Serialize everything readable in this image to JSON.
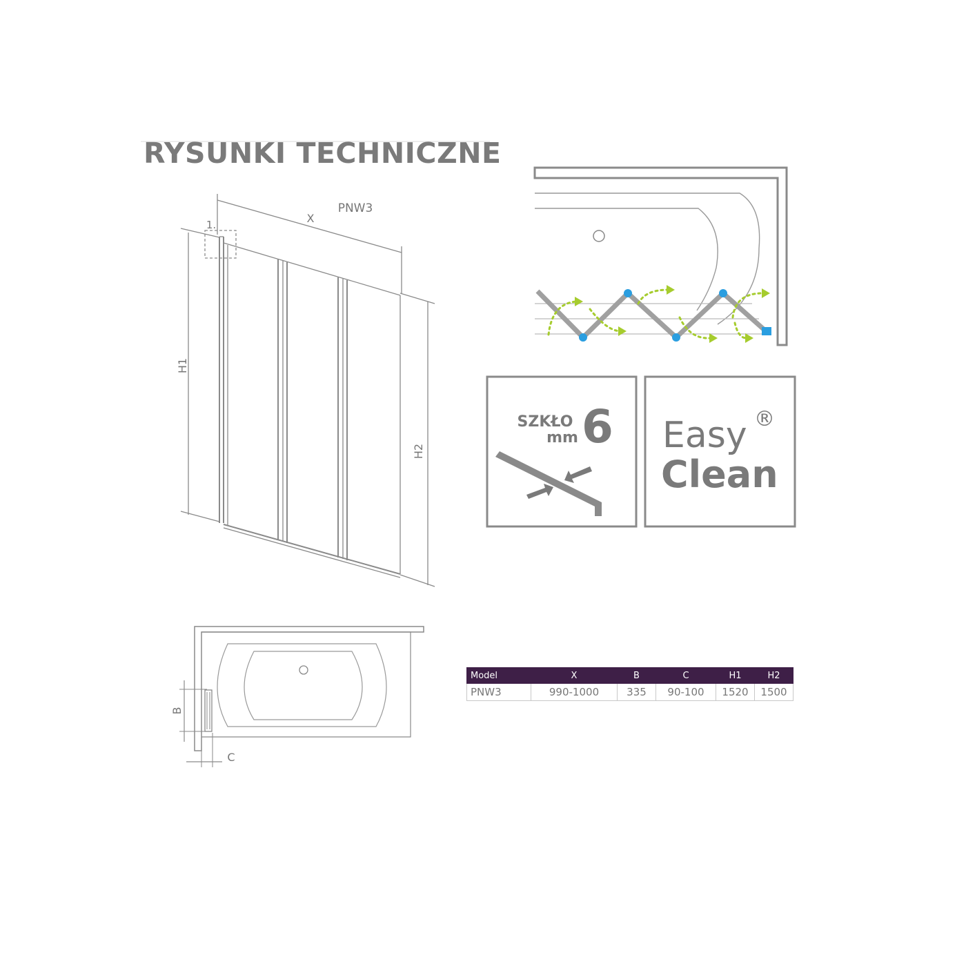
{
  "heading": "RYSUNKI TECHNICZNE",
  "front_view": {
    "model_label": "PNW3",
    "dim_x": "X",
    "dim_h1": "H1",
    "dim_h2": "H2",
    "detail_marker": "1."
  },
  "plan_view": {
    "dim_b": "B",
    "dim_c": "C"
  },
  "glass_badge": {
    "word": "SZKŁO",
    "unit": "mm",
    "thickness": "6"
  },
  "easyclean_badge": {
    "line1": "Easy",
    "line2": "Clean",
    "mark": "®"
  },
  "colors": {
    "line": "#808080",
    "accent_green": "#a6cc2e",
    "hinge_blue": "#2a9ee0",
    "table_header": "#3e1f47"
  },
  "spec_table": {
    "headers": [
      "Model",
      "X",
      "B",
      "C",
      "H1",
      "H2"
    ],
    "rows": [
      [
        "PNW3",
        "990-1000",
        "335",
        "90-100",
        "1520",
        "1500"
      ]
    ]
  }
}
